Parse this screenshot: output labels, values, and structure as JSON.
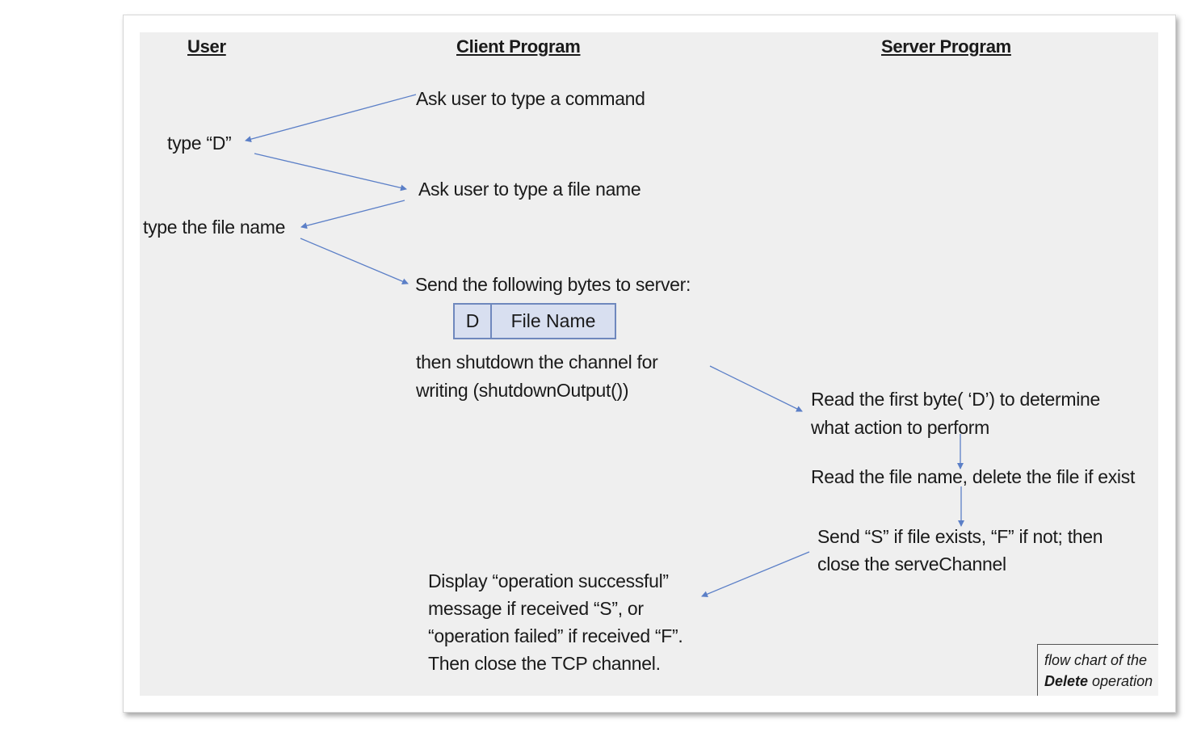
{
  "headers": {
    "user": "User",
    "client": "Client Program",
    "server": "Server Program"
  },
  "user_steps": {
    "type_d": "type “D”",
    "type_filename": "type the file name"
  },
  "client_steps": {
    "ask_command": "Ask user to type a command",
    "ask_filename": "Ask user to type a file name",
    "send_bytes": "Send the following bytes to server:",
    "shutdown_line1": "then shutdown the channel for",
    "shutdown_line2": "writing (shutdownOutput())",
    "display_line1": "Display “operation successful”",
    "display_line2": "message if received “S”, or",
    "display_line3": "“operation failed” if received “F”.",
    "display_line4": "Then close the TCP channel."
  },
  "bytes_box": {
    "cell1": "D",
    "cell2": "File Name"
  },
  "server_steps": {
    "read_first_line1": "Read the first byte( ‘D’) to determine",
    "read_first_line2": "what action to perform",
    "read_name": "Read the file name, delete the file if exist",
    "send_line1": "Send “S” if file exists, “F” if not; then",
    "send_line2": "close the serveChannel"
  },
  "caption": {
    "line1": "flow chart of the",
    "line2_bold": "Delete",
    "line2_rest": " operation"
  },
  "colors": {
    "arrow": "#5b7fc7",
    "panel": "#efefef",
    "box_fill": "#d8dff0",
    "box_border": "#6f88bd"
  }
}
